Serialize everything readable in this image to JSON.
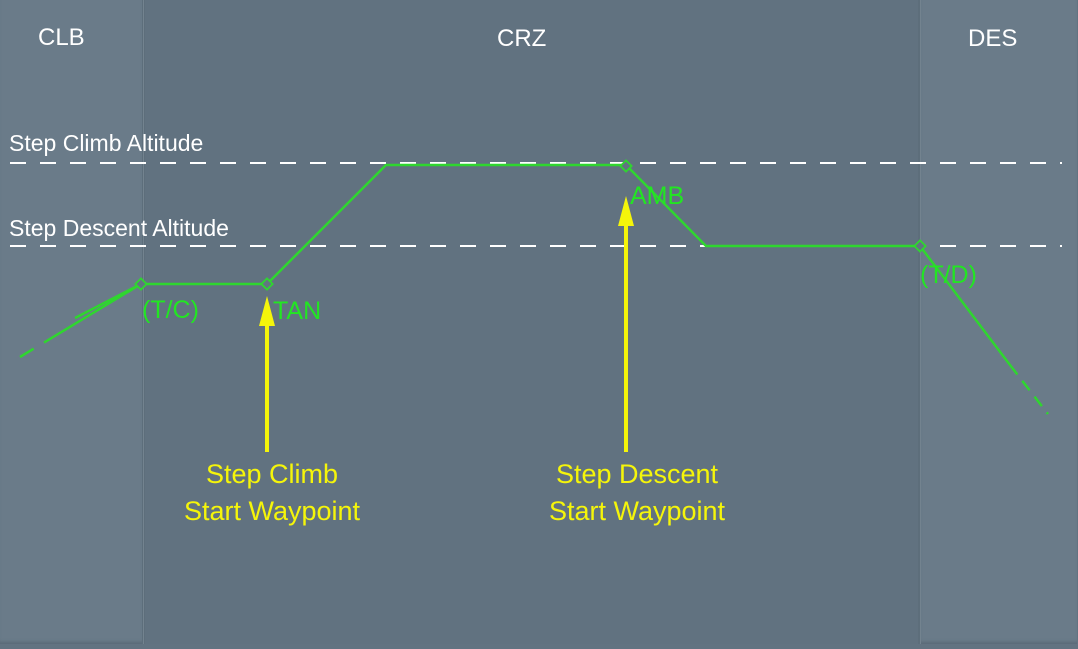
{
  "phases": [
    {
      "id": "clb",
      "label": "CLB"
    },
    {
      "id": "crz",
      "label": "CRZ"
    },
    {
      "id": "des",
      "label": "DES"
    }
  ],
  "altitude_lines": {
    "step_climb": "Step Climb Altitude",
    "step_descent": "Step Descent Altitude"
  },
  "waypoints": {
    "top_of_climb": "(T/C)",
    "step_climb_wpt": "TAN",
    "step_descent_wpt": "AMB",
    "top_of_descent": "(T/D)"
  },
  "callouts": {
    "step_climb": {
      "line1": "Step Climb",
      "line2": "Start Waypoint"
    },
    "step_descent": {
      "line1": "Step Descent",
      "line2": "Start Waypoint"
    }
  },
  "colors": {
    "profile_line": "#2fd62f",
    "waypoint_text": "#22e622",
    "callout": "#f5f50a",
    "altitude_line": "#ffffff",
    "label_text": "#ffffff",
    "background": "#627381",
    "side_panel": "#6a7b89"
  }
}
